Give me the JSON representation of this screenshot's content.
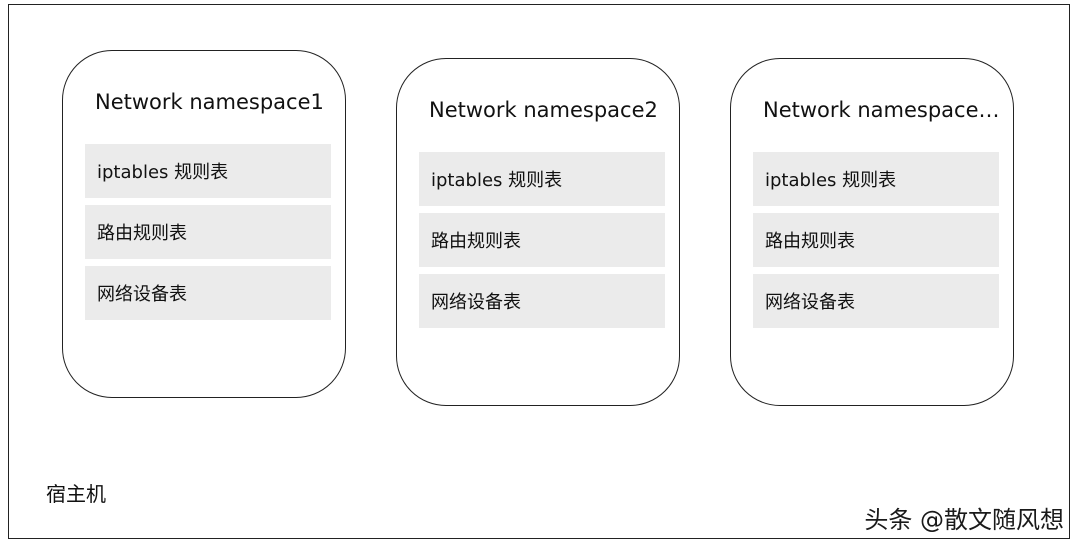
{
  "host_label": "宿主机",
  "namespaces": [
    {
      "title": "Network namespace1",
      "tables": [
        "iptables 规则表",
        "路由规则表",
        "网络设备表"
      ]
    },
    {
      "title": "Network namespace2",
      "tables": [
        "iptables 规则表",
        "路由规则表",
        "网络设备表"
      ]
    },
    {
      "title": "Network namespace…",
      "tables": [
        "iptables 规则表",
        "路由规则表",
        "网络设备表"
      ]
    }
  ],
  "watermark": "头条 @散文随风想"
}
